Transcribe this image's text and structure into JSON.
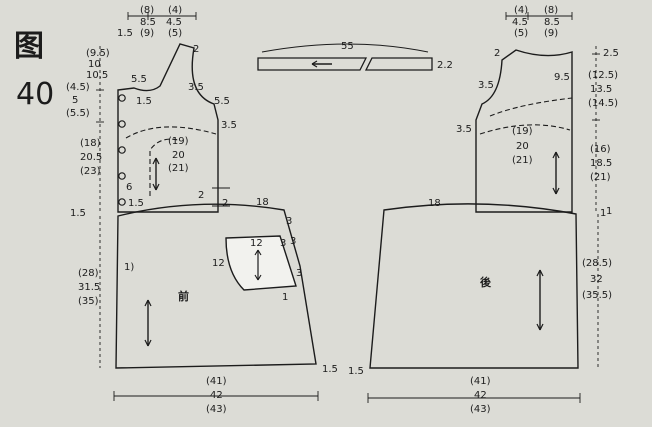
{
  "figure": {
    "label": "图",
    "number": "40"
  },
  "colors": {
    "paper": "#dcdcd6",
    "ink": "#1c1c1c",
    "pocket_fill": "#f2f2ee"
  },
  "strap_piece": {
    "length": "55",
    "width": "2.2"
  },
  "front_bodice": {
    "top_widths": [
      "(8)",
      "8.5",
      "(9)",
      "(4)",
      "4.5",
      "(5)"
    ],
    "left_offset": "1.5",
    "shoulder_rise": "2",
    "neck_left": "5.5",
    "button_offset": "1.5",
    "armhole_seg": "3.5",
    "armhole_seg2": "5.5",
    "side_seg": "3.5",
    "height_top": [
      "(9.5)",
      "10",
      "10.5"
    ],
    "height_mid": [
      "(4.5)",
      "5",
      "(5.5)"
    ],
    "height_lower": [
      "(18)",
      "20.5",
      "(23)"
    ],
    "inner_width": [
      "(19)",
      "20",
      "(21)"
    ],
    "dart_depth": "6",
    "bottom_offset": "1.5",
    "waist_step": "2",
    "waist_step2": "2"
  },
  "back_bodice": {
    "top_widths": [
      "(4)",
      "4.5",
      "(5)",
      "(8)",
      "8.5",
      "(9)"
    ],
    "shoulder_rise": "2",
    "right_step": "2.5",
    "neck_right": "9.5",
    "armhole_seg": "3.5",
    "side_seg": "3.5",
    "height_top": [
      "(12.5)",
      "13.5",
      "(14.5)"
    ],
    "height_lower": [
      "(16)",
      "18.5",
      "(21)"
    ],
    "inner_width": [
      "(19)",
      "20",
      "(21)"
    ],
    "waist_step": "1"
  },
  "front_skirt": {
    "label": "前",
    "side_label": "1)",
    "hem_rise": "18",
    "corner_seg": "3",
    "corner_seg2": "3",
    "pocket_width": "12",
    "pocket_seg": "3",
    "pocket_height": "12",
    "pocket_seg2": "3",
    "pocket_bottom": "1",
    "left_offset": "1.5",
    "height": [
      "(28)",
      "31.5",
      "(35)"
    ],
    "bottom_offset": "1.5",
    "width": [
      "(41)",
      "42",
      "(43)"
    ]
  },
  "back_skirt": {
    "label": "後",
    "hem_rise": "18",
    "right_offset": "1",
    "height": [
      "(28.5)",
      "32",
      "(35.5)"
    ],
    "bottom_offset": "1.5",
    "width": [
      "(41)",
      "42",
      "(43)"
    ]
  }
}
